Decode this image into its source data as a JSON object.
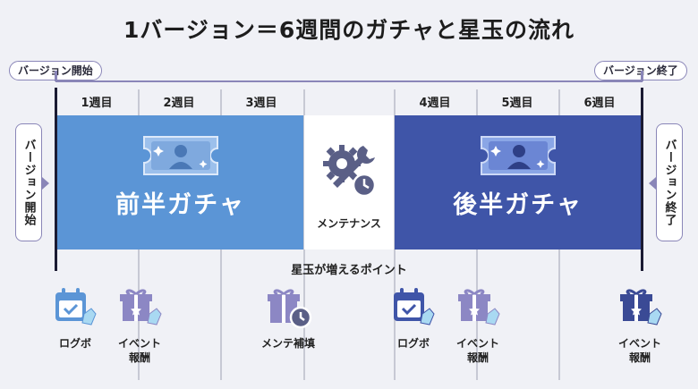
{
  "title": "1バージョン＝6週間のガチャと星玉の流れ",
  "version_start_tag": "バージョン開始",
  "version_end_tag": "バージョン終了",
  "weeks": [
    "1週目",
    "2週目",
    "3週目",
    "4週目",
    "5週目",
    "6週目"
  ],
  "side_start": "バージョン開始",
  "side_end": "バージョン終了",
  "first_gacha_label": "前半ガチャ",
  "second_gacha_label": "後半ガチャ",
  "maintenance_label": "メンテナンス",
  "points_heading": "星玉が増えるポイント",
  "point_items": {
    "login1": "ログボ",
    "event1": "イベント\n報酬",
    "maint": "メンテ補填",
    "login2": "ログボ",
    "event2": "イベント\n報酬",
    "event3": "イベント\n報酬"
  },
  "colors": {
    "first_half": "#5b95d6",
    "second_half": "#3f55a8",
    "icon_purple": "#8c87c4",
    "icon_navy": "#3a4a95"
  }
}
